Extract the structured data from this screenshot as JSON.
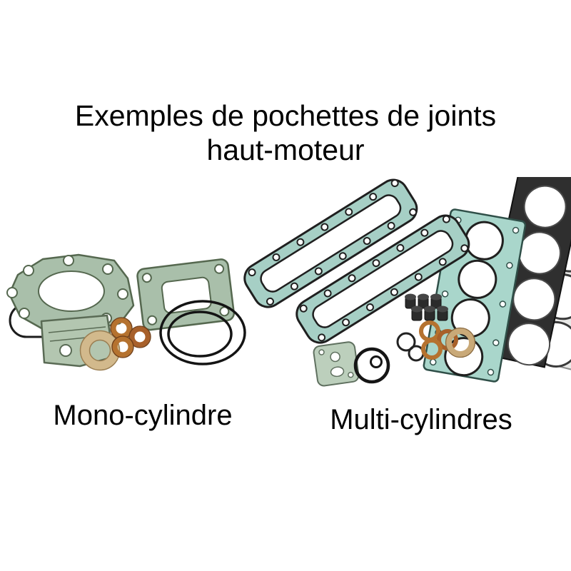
{
  "title": {
    "line1": "Exemples de pochettes de joints",
    "line2": "haut-moteur"
  },
  "figures": {
    "mono": {
      "caption": "Mono-cylindre"
    },
    "multi": {
      "caption": "Multi-cylindres"
    }
  },
  "colors": {
    "background": "#ffffff",
    "text": "#000000",
    "gasket_green": "#a9bfaa",
    "gasket_teal": "#a6cfc5",
    "head_gasket_teal": "#a9d6cb",
    "copper": "#b5722f",
    "fiber_beige": "#d2b98c",
    "rubber_black": "#1c1c1c",
    "dark_gasket": "#2f2f2f",
    "metal_gasket": "#e9e9e7"
  }
}
